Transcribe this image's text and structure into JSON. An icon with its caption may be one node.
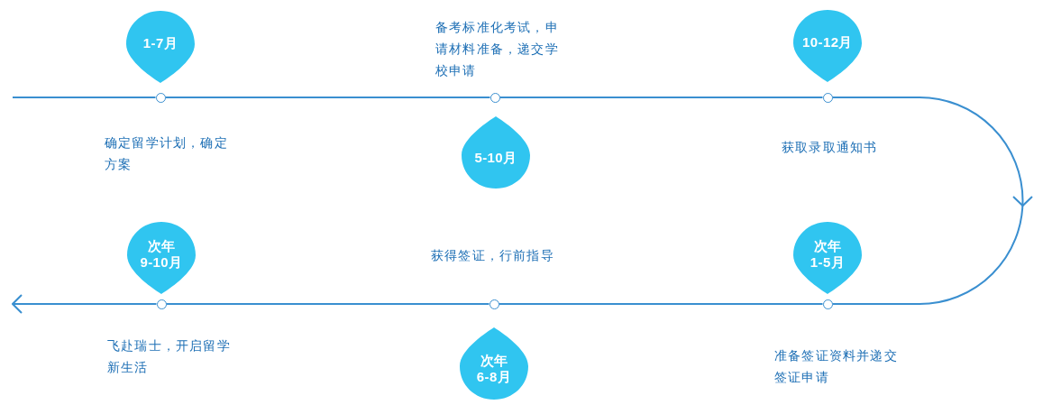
{
  "diagram": {
    "nodes": [
      {
        "text": [
          "1-7月"
        ]
      },
      {
        "text": [
          "5-10月"
        ]
      },
      {
        "text": [
          "10-12月"
        ]
      },
      {
        "text": [
          "次年 1-5月"
        ]
      },
      {
        "text": [
          "次年 6-8月"
        ]
      },
      {
        "text": [
          "次年 9-10月"
        ]
      },
      {
        "text": [],
        "shape": "circle"
      },
      {
        "text": [],
        "shape": "circle"
      },
      {
        "text": [],
        "shape": "circle"
      },
      {
        "text": [],
        "shape": "circle"
      },
      {
        "text": [],
        "shape": "circle"
      },
      {
        "text": [],
        "shape": "circle"
      }
    ],
    "edges": [
      {
        "from": null,
        "to": 6,
        "arrow": "none"
      },
      {
        "from": 6,
        "to": 7,
        "arrow": "none"
      },
      {
        "from": 7,
        "to": 8,
        "arrow": "none"
      },
      {
        "from": 8,
        "to": 9,
        "arrow": "to"
      },
      {
        "from": 9,
        "to": 10,
        "arrow": "none"
      },
      {
        "from": 10,
        "to": 11,
        "arrow": "none"
      },
      {
        "from": 11,
        "to": null,
        "arrow": "to"
      }
    ],
    "labels": [
      "备考标准化考试，申请材料准备，递交学校申请",
      "确定留学计划，确定方案",
      "获取录取通知书",
      "获得签证，行前指导",
      "飞赴瑞士，开启留学新生活",
      "准备签证资料并递交签证申请"
    ]
  }
}
